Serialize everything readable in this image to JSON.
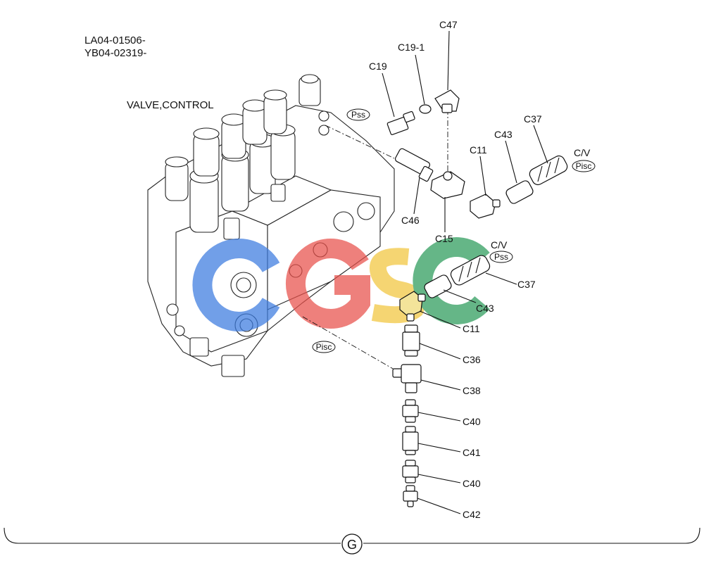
{
  "header": {
    "serial_1": "LA04-01506-",
    "serial_2": "YB04-02319-",
    "title": "VALVE,CONTROL"
  },
  "ports": {
    "pss_top": "Pss",
    "pisc_right": "Pisc",
    "pisc_bottom": "Pisc",
    "pss_mid": "Pss"
  },
  "cv_labels": {
    "upper": "C/V",
    "lower": "C/V"
  },
  "parts": {
    "c47": "C47",
    "c19_1": "C19-1",
    "c19": "C19",
    "c37_upper": "C37",
    "c43_upper": "C43",
    "c11_upper": "C11",
    "c46": "C46",
    "c15": "C15",
    "c37_lower": "C37",
    "c43_lower": "C43",
    "c11_lower": "C11",
    "c36": "C36",
    "c38": "C38",
    "c40_a": "C40",
    "c41": "C41",
    "c40_b": "C40",
    "c42": "C42"
  },
  "footer": {
    "section_marker": "G"
  },
  "watermark": {
    "text": "CGSC",
    "colors": [
      "#3b7be0",
      "#e8504a",
      "#f2c53d",
      "#2a9a5a"
    ]
  }
}
